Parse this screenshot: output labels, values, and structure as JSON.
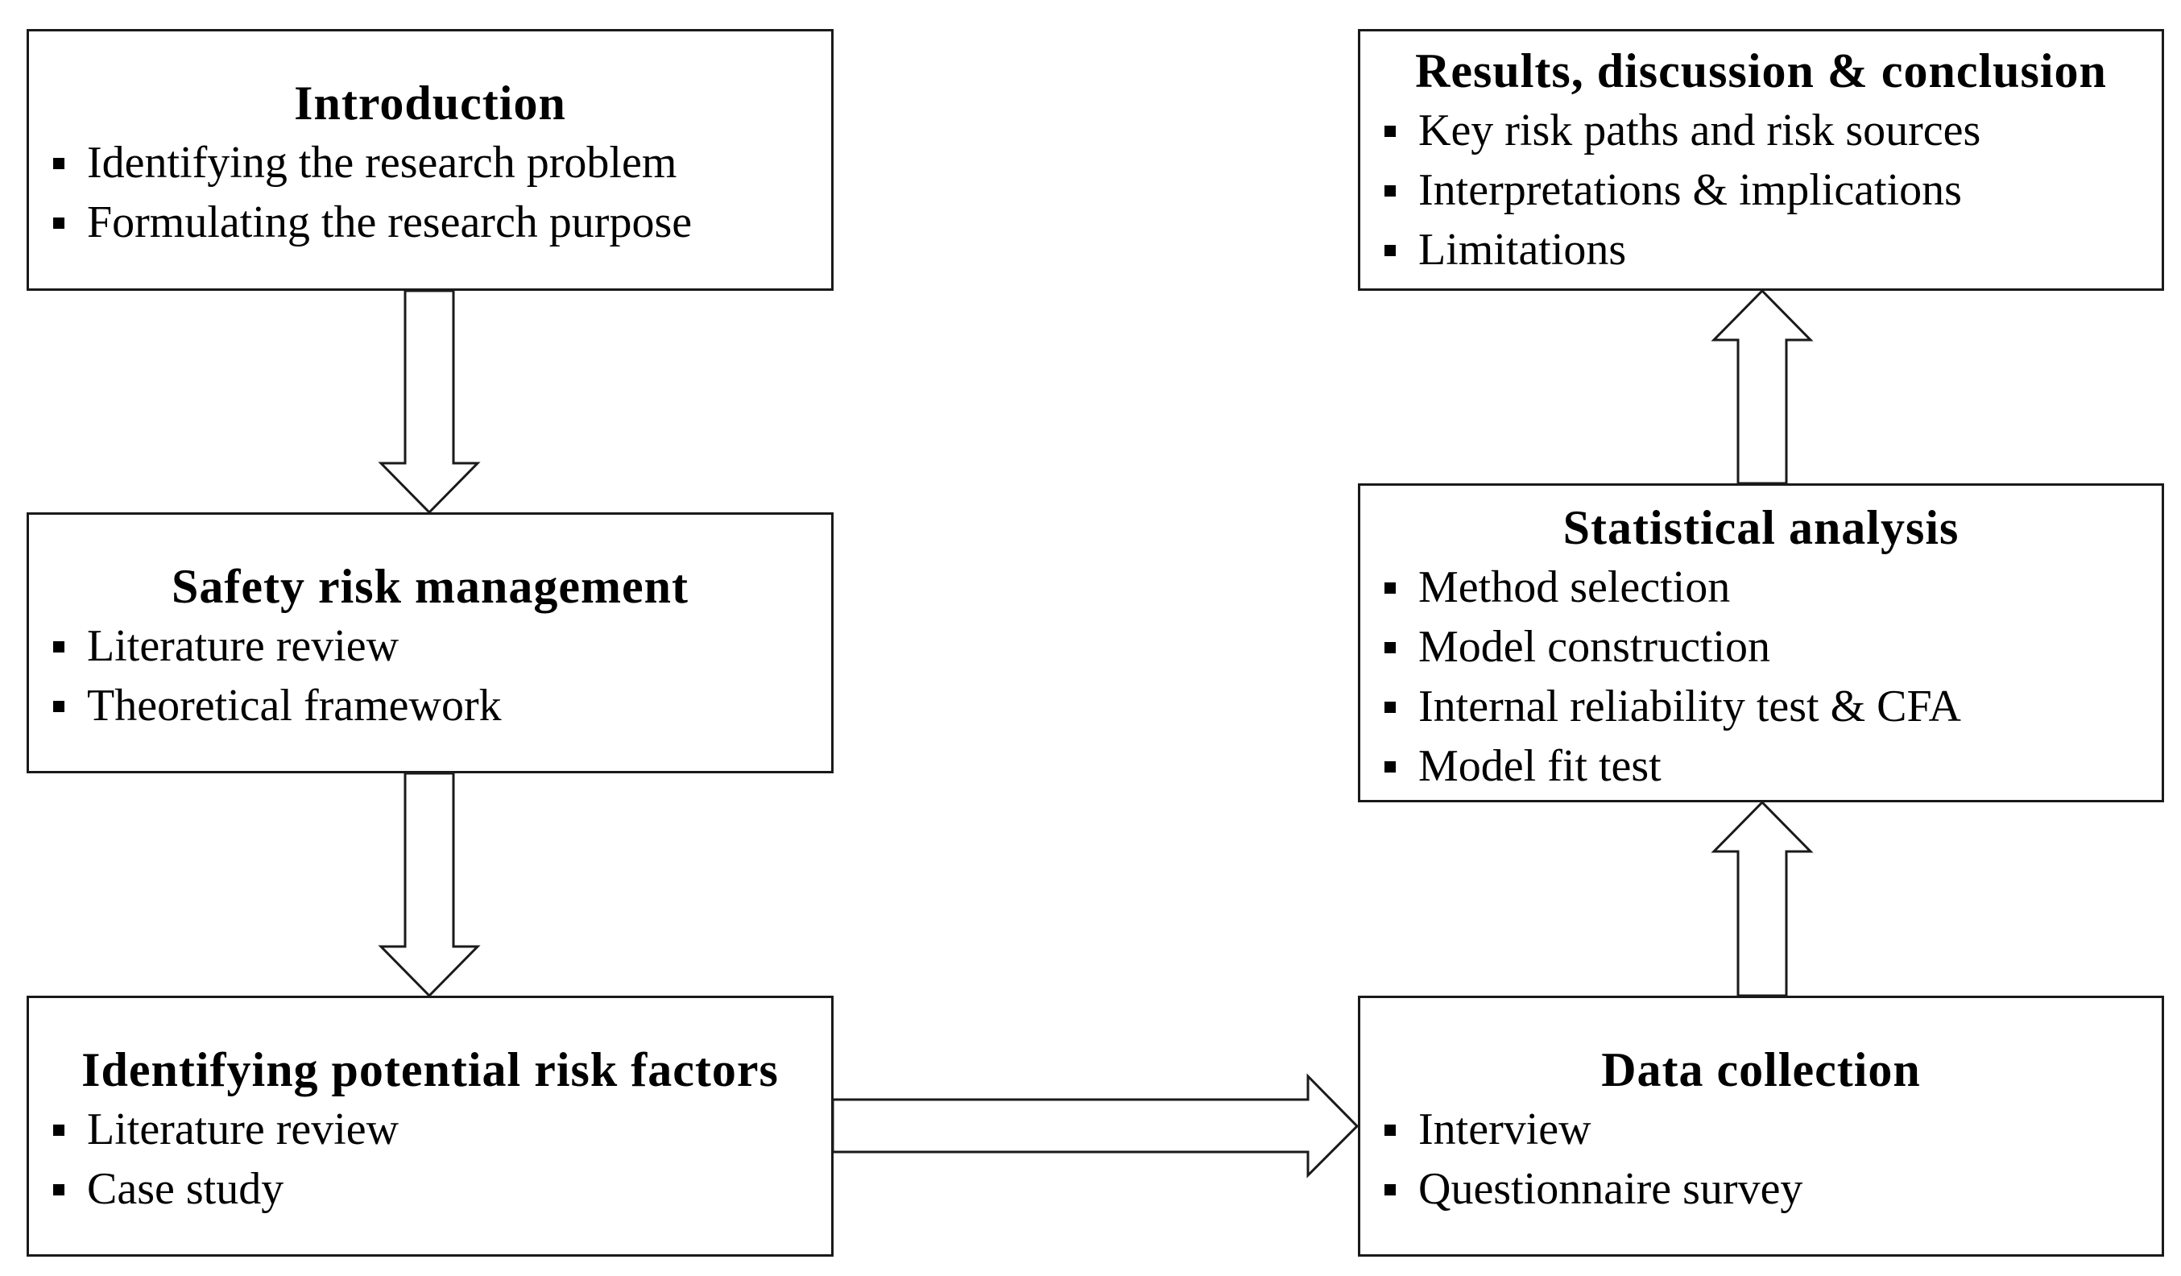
{
  "boxes": {
    "introduction": {
      "title": "Introduction",
      "items": [
        "Identifying the research problem",
        "Formulating the research purpose"
      ]
    },
    "safety": {
      "title": "Safety risk management",
      "items": [
        "Literature review",
        "Theoretical framework"
      ]
    },
    "identifying": {
      "title": "Identifying potential risk factors",
      "items": [
        "Literature review",
        "Case study"
      ]
    },
    "data": {
      "title": "Data collection",
      "items": [
        "Interview",
        "Questionnaire survey"
      ]
    },
    "statistical": {
      "title": "Statistical analysis",
      "items": [
        "Method selection",
        "Model construction",
        "Internal reliability test & CFA",
        "Model fit test"
      ]
    },
    "results": {
      "title": "Results, discussion & conclusion",
      "items": [
        "Key risk paths and risk sources",
        "Interpretations & implications",
        "Limitations"
      ]
    }
  }
}
